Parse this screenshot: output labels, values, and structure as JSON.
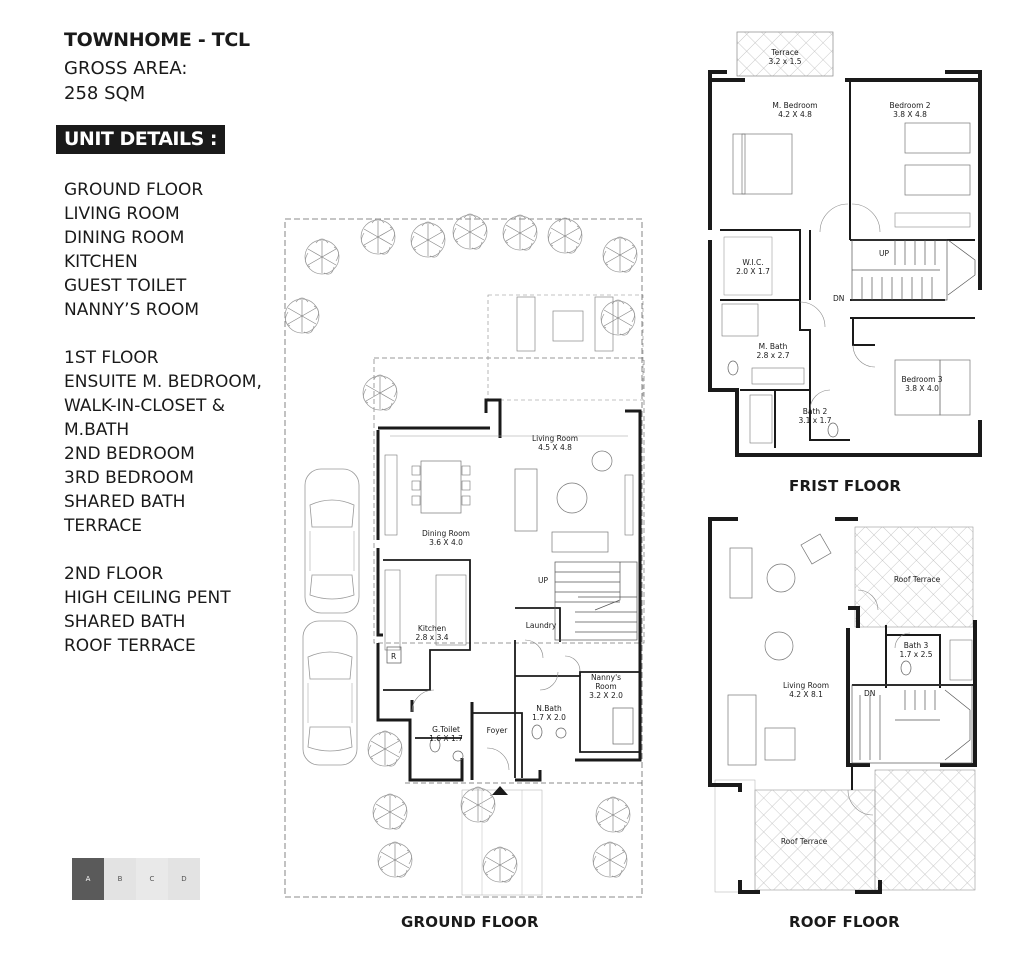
{
  "header": {
    "title": "TOWNHOME - TCL",
    "gross_label": "GROSS AREA:",
    "gross_value": "258 SQM",
    "unit_details": "UNIT DETAILS :"
  },
  "details": {
    "ground": {
      "heading": "GROUND FLOOR",
      "items": [
        "LIVING ROOM",
        "DINING ROOM",
        "KITCHEN",
        "GUEST TOILET",
        "NANNY’S ROOM"
      ]
    },
    "first": {
      "heading": "1ST FLOOR",
      "items": [
        "ENSUITE M. BEDROOM,",
        "WALK-IN-CLOSET &",
        "M.BATH",
        "2ND BEDROOM",
        "3RD BEDROOM",
        "SHARED BATH",
        "TERRACE"
      ]
    },
    "second": {
      "heading": "2ND FLOOR",
      "items": [
        "HIGH CEILING PENT",
        "SHARED BATH",
        "ROOF TERRACE"
      ]
    }
  },
  "captions": {
    "ground": "GROUND FLOOR",
    "first": "FRIST FLOOR",
    "roof": "ROOF FLOOR"
  },
  "ground_floor": {
    "living": [
      "Living Room",
      "4.5 X 4.8"
    ],
    "dining": [
      "Dining Room",
      "3.6 X 4.0"
    ],
    "kitchen": [
      "Kitchen",
      "2.8 x 3.4"
    ],
    "gtoilet": [
      "G.Toilet",
      "1.6 X 1.7"
    ],
    "foyer": "Foyer",
    "laundry": "Laundry",
    "nanny": [
      "Nanny's",
      "Room",
      "3.2 X 2.0"
    ],
    "nbath": [
      "N.Bath",
      "1.7 X 2.0"
    ],
    "up": "UP",
    "r": "R"
  },
  "first_floor": {
    "terrace": [
      "Terrace",
      "3.2 x 1.5"
    ],
    "mbed": [
      "M. Bedroom",
      "4.2 X 4.8"
    ],
    "bed2": [
      "Bedroom 2",
      "3.8 X 4.8"
    ],
    "wic": [
      "W.I.C.",
      "2.0 X 1.7"
    ],
    "mbath": [
      "M. Bath",
      "2.8 x 2.7"
    ],
    "bath2": [
      "Bath 2",
      "3.1 x 1.7"
    ],
    "bed3": [
      "Bedroom 3",
      "3.8 X 4.0"
    ],
    "up": "UP",
    "dn": "DN"
  },
  "roof_floor": {
    "roof_terrace_top": "Roof Terrace",
    "living": [
      "Living Room",
      "4.2 X 8.1"
    ],
    "bath3": [
      "Bath 3",
      "1.7 x 2.5"
    ],
    "roof_terrace_bottom": "Roof Terrace",
    "dn": "DN"
  },
  "unit_selector": {
    "labels": [
      "A",
      "B",
      "C",
      "D"
    ],
    "active": "A",
    "active_color": "#5a5a5a",
    "inactive_color": "#e3e3e3"
  }
}
